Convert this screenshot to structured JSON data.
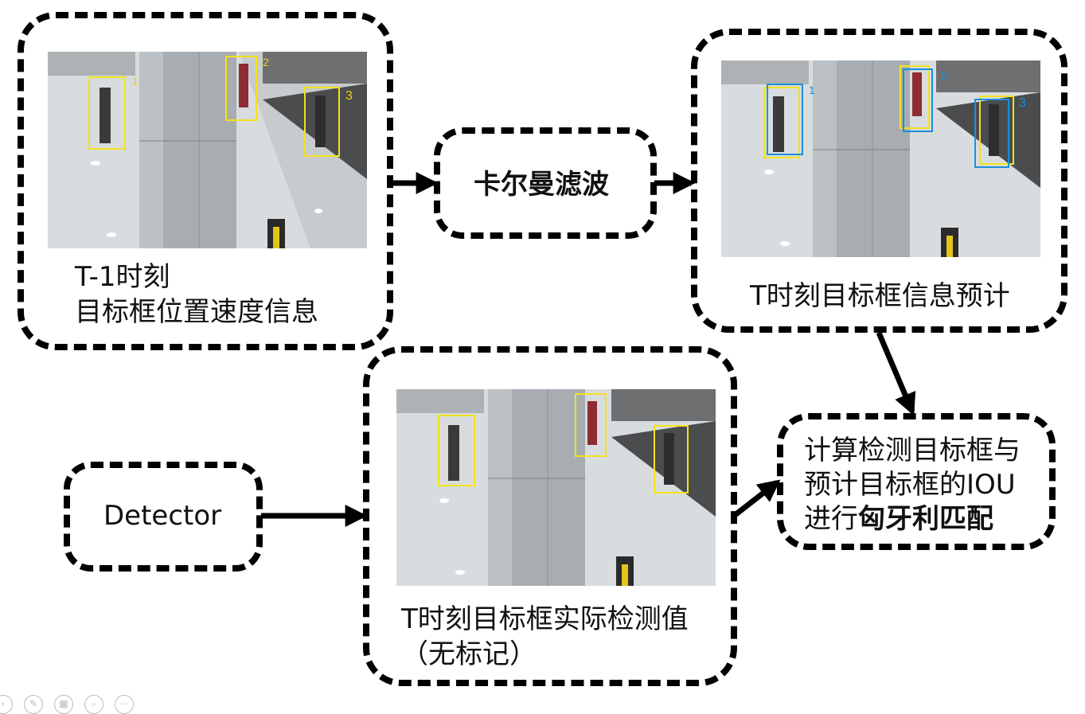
{
  "box_prev": {
    "line1": "T-1时刻",
    "line2": "目标框位置速度信息"
  },
  "kalman": {
    "label": "卡尔曼滤波"
  },
  "box_pred": {
    "label": "T时刻目标框信息预计"
  },
  "detector": {
    "label": "Detector"
  },
  "box_det": {
    "line1": "T时刻目标框实际检测值",
    "line2": "（无标记）"
  },
  "match": {
    "line1": "计算检测目标框与",
    "line2": "预计目标框的IOU",
    "line3_plain": "进行",
    "line3_bold": "匈牙利匹配"
  },
  "scene_ids": {
    "prev": [
      "1",
      "2",
      "3"
    ],
    "pred": [
      "1",
      "2",
      "3"
    ]
  },
  "colors": {
    "detection_box": "#f2e21b",
    "prediction_box": "#1e8fd6",
    "id_prev": "#e8d21a",
    "id_pred": "#1e8fd6"
  }
}
